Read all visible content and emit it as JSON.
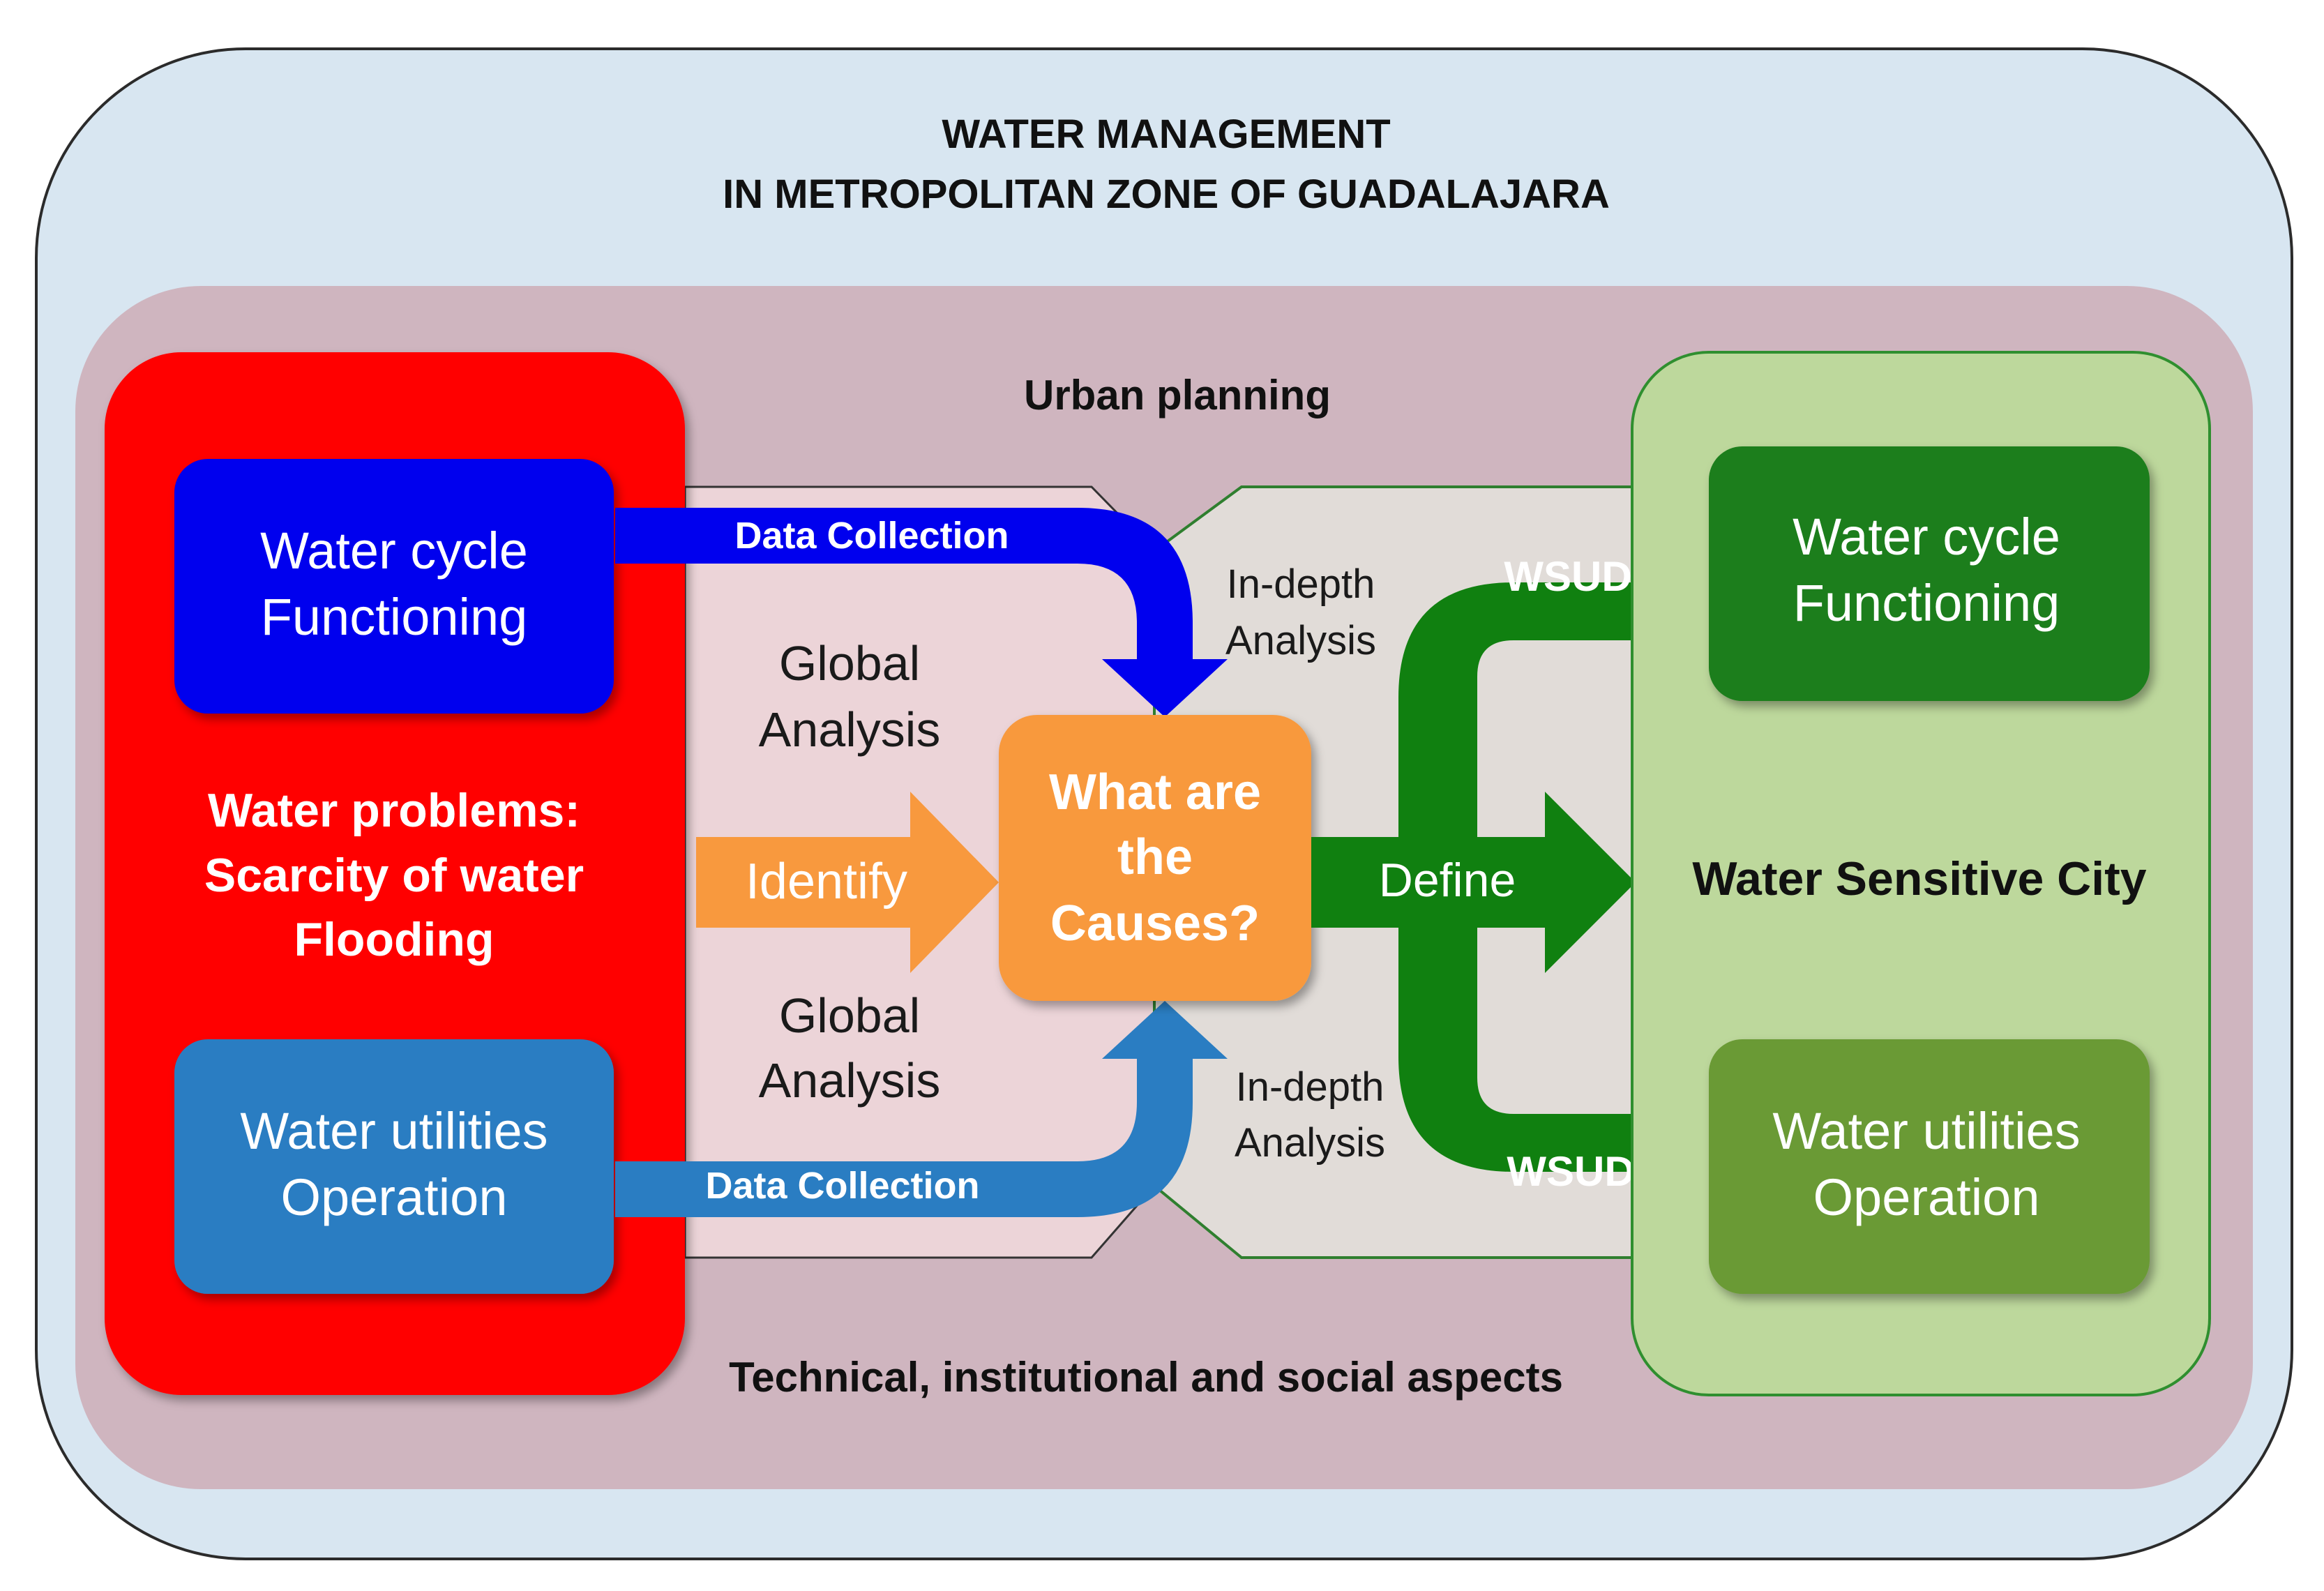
{
  "title": {
    "line1": "WATER MANAGEMENT",
    "line2": "IN METROPOLITAN ZONE OF GUADALAJARA"
  },
  "urban_planning": "Urban planning",
  "aspects": "Technical, institutional and social aspects",
  "problems_panel": {
    "water_cycle": {
      "line1": "Water cycle",
      "line2": "Functioning"
    },
    "problems": {
      "line1": "Water problems:",
      "line2": "Scarcity of water",
      "line3": "Flooding"
    },
    "utilities": {
      "line1": "Water utilities",
      "line2": "Operation"
    }
  },
  "data_collection_top": "Data Collection",
  "data_collection_bottom": "Data Collection",
  "global_analysis_top": {
    "line1": "Global",
    "line2": "Analysis"
  },
  "global_analysis_bottom": {
    "line1": "Global",
    "line2": "Analysis"
  },
  "identify": "Identify",
  "causes": {
    "line1": "What are",
    "line2": "the",
    "line3": "Causes?"
  },
  "indepth_top": {
    "line1": "In-depth",
    "line2": "Analysis"
  },
  "indepth_bottom": {
    "line1": "In-depth",
    "line2": "Analysis"
  },
  "define": "Define",
  "wsud_top": "WSUD",
  "wsud_bottom": "WSUD",
  "solution_panel": {
    "water_cycle": {
      "line1": "Water cycle",
      "line2": "Functioning"
    },
    "city": "Water Sensitive City",
    "utilities": {
      "line1": "Water utilities",
      "line2": "Operation"
    }
  },
  "colors": {
    "outer_bg": "#d8e6f1",
    "band_bg": "#cfb5bf",
    "problems_red": "#ff0000",
    "water_cycle_blue": "#0000ee",
    "utilities_blue": "#2a7dc2",
    "identify_orange": "#f8993e",
    "define_green": "#108010",
    "solution_bg": "#bdd89c",
    "solution_dark_green": "#1a7e1a",
    "solution_olive": "#6a9a35"
  }
}
